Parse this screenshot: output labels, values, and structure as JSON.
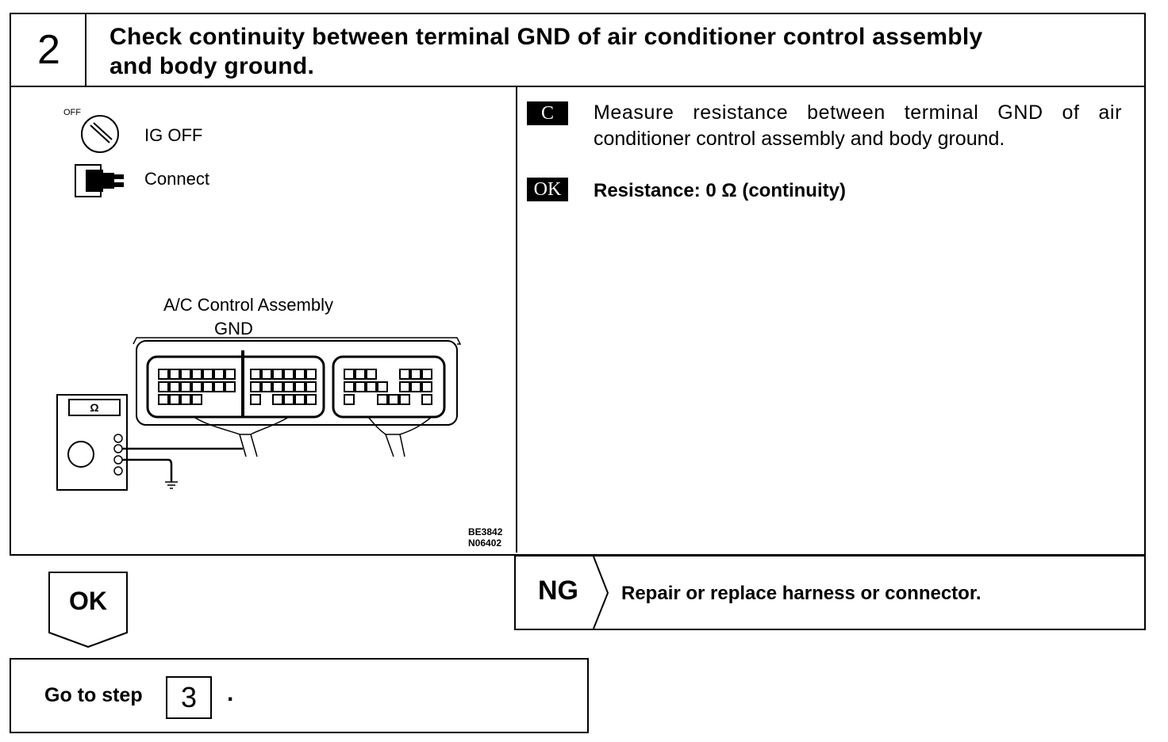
{
  "step": {
    "number": "2",
    "title_line1": "Check continuity between terminal GND of air conditioner control assembly",
    "title_line2": "and body ground."
  },
  "figure": {
    "ign_switch_small": "OFF",
    "ign_label": "IG OFF",
    "connect_label": "Connect",
    "assembly_label": "A/C Control Assembly",
    "gnd_label": "GND",
    "meter_symbol": "Ω",
    "code_line1": "BE3842",
    "code_line2": "N06402"
  },
  "instructions": {
    "check_tag": "C",
    "check_line1": "Measure resistance between terminal GND of air",
    "check_line2": "conditioner control assembly and body ground.",
    "ok_tag": "OK",
    "ok_text": "Resistance: 0 Ω (continuity)"
  },
  "ok_branch": {
    "label": "OK"
  },
  "ng_branch": {
    "label": "NG",
    "text": "Repair or replace harness or connector."
  },
  "goto": {
    "label": "Go to step",
    "step": "3",
    "dot": "."
  }
}
